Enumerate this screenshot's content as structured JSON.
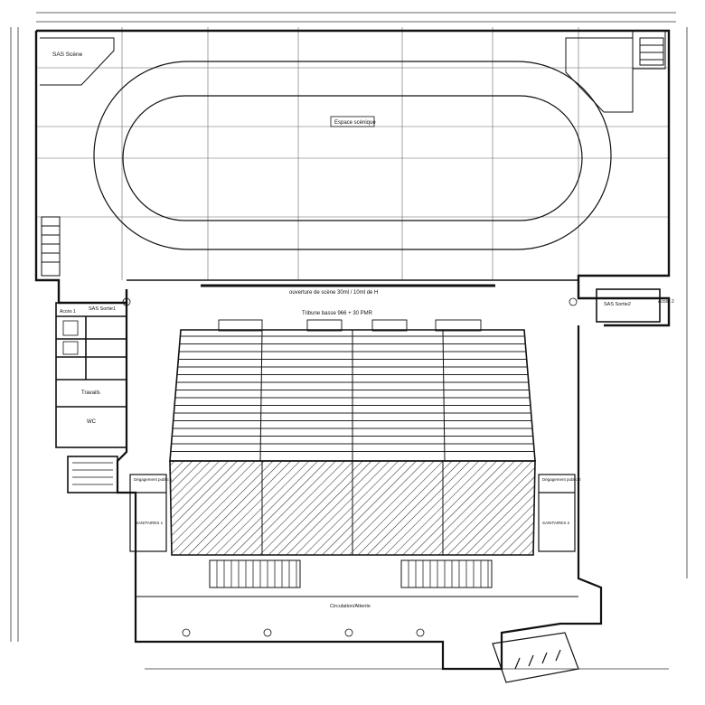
{
  "labels": {
    "sas_scene": "SAS Scène",
    "sas_sortie1": "SAS Sortie1",
    "acces1": "Accès 1",
    "acces2": "Accès 2",
    "sas_sortie2": "SAS Sortie2",
    "espace_scenique": "Espace scénique",
    "ouverture": "ouverture de scène 30ml / 10ml de H",
    "tribune": "Tribune basse 966 + 30 PMR",
    "travails": "Travails",
    "wc": "WC",
    "degagement_left": "Dégagement public 1",
    "degagement_right": "Dégagement public 2",
    "sanitaires_left": "SANITAIRES 1",
    "sanitaires_right": "SANITAIRES 2",
    "circulation": "Circulation/Attente"
  },
  "colors": {
    "line": "#111111",
    "grid": "#555555",
    "paper": "#ffffff",
    "hatch": "#333333"
  }
}
